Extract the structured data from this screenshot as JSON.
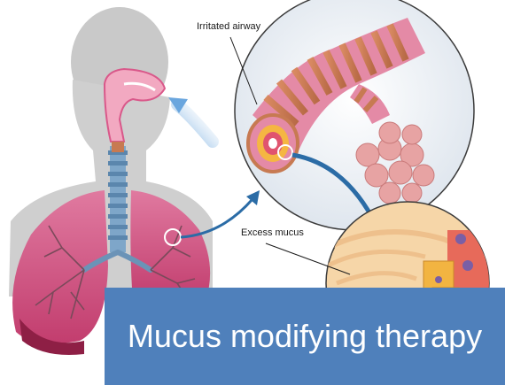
{
  "labels": {
    "irritated_airway": "Irritated airway",
    "excess_mucus": "Excess mucus"
  },
  "banner": {
    "title": "Mucus modifying therapy"
  },
  "colors": {
    "banner_bg": "#4f80bb",
    "banner_text": "#ffffff",
    "lung": "#d9588a",
    "trachea": "#6b93b7",
    "bronchus_band": "#c77a52",
    "arrow": "#2b6ca6"
  }
}
